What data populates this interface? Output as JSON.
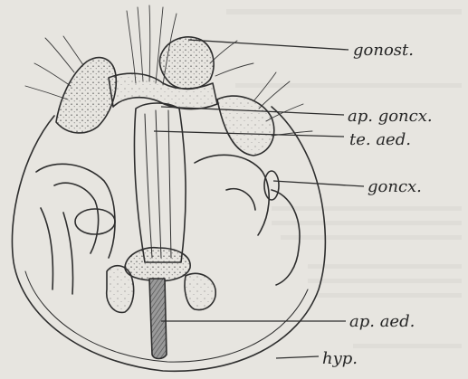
{
  "colors": {
    "paper": "#e7e5e0",
    "ink": "#2e2e2e"
  },
  "figure": {
    "labels": {
      "gonost": "gonost.",
      "ap_goncx": "ap. goncx.",
      "te_aed": "te. aed.",
      "goncx": "goncx.",
      "ap_aed": "ap. aed.",
      "hyp": "hyp."
    }
  }
}
